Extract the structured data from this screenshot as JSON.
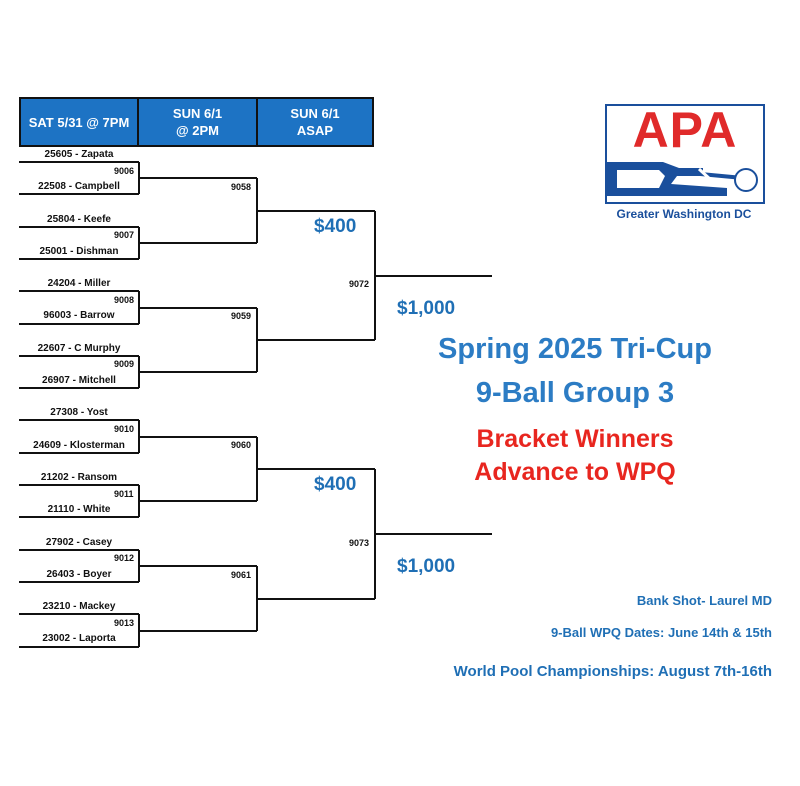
{
  "headers": {
    "round1": "SAT 5/31 @ 7PM",
    "round2_line1": "SUN 6/1",
    "round2_line2": "@ 2PM",
    "round3_line1": "SUN 6/1",
    "round3_line2": "ASAP"
  },
  "players": [
    "25605 - Zapata",
    "22508 - Campbell",
    "25804 - Keefe",
    "25001 - Dishman",
    "24204 - Miller",
    "96003 - Barrow",
    "22607 - C Murphy",
    "26907 - Mitchell",
    "27308 - Yost",
    "24609 - Klosterman",
    "21202 - Ransom",
    "21110 - White",
    "27902 - Casey",
    "26403 - Boyer",
    "23210 - Mackey",
    "23002 - Laporta"
  ],
  "round1_matches": [
    "9006",
    "9007",
    "9008",
    "9009",
    "9010",
    "9011",
    "9012",
    "9013"
  ],
  "round2_matches": [
    "9058",
    "9059",
    "9060",
    "9061"
  ],
  "round3_matches": [
    "9072",
    "9073"
  ],
  "prizes": {
    "semi_top": "$400",
    "final_top": "$1,000",
    "semi_bottom": "$400",
    "final_bottom": "$1,000"
  },
  "logo": {
    "letters": "APA",
    "caption": "Greater Washington DC",
    "colors": {
      "red": "#e02a2a",
      "blue": "#1a4f9c"
    }
  },
  "title": {
    "line1": "Spring 2025 Tri-Cup",
    "line2": "9-Ball Group 3",
    "line3": "Bracket Winners",
    "line4": "Advance to WPQ"
  },
  "info": {
    "venue": "Bank Shot- Laurel MD",
    "dates": "9-Ball WPQ Dates:  June 14th & 15th",
    "championships": "World Pool Championships:  August 7th-16th"
  },
  "colors": {
    "header_bg": "#1d73c4",
    "title_blue": "#2c7cc4",
    "title_red": "#e8261f",
    "info_blue": "#1f6fb5"
  }
}
